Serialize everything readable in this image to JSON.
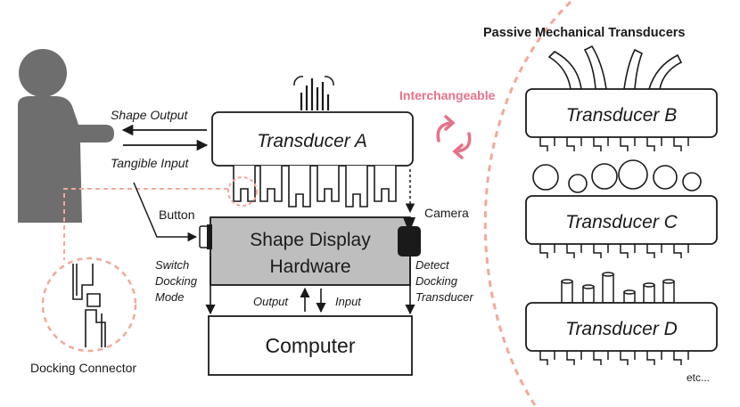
{
  "title": "Passive Mechanical Transducers",
  "labels": {
    "shape_output": "Shape Output",
    "tangible_input": "Tangible Input",
    "transducer_a": "Transducer A",
    "button": "Button",
    "camera": "Camera",
    "shape_display_line1": "Shape Display",
    "shape_display_line2": "Hardware",
    "switch_line1": "Switch",
    "switch_line2": "Docking",
    "switch_line3": "Mode",
    "detect_line1": "Detect",
    "detect_line2": "Docking",
    "detect_line3": "Transducer",
    "output": "Output",
    "input": "Input",
    "computer": "Computer",
    "docking_connector": "Docking Connector",
    "interchangeable": "Interchangeable",
    "transducer_b": "Transducer B",
    "transducer_c": "Transducer C",
    "transducer_d": "Transducer D",
    "etc": "etc..."
  },
  "colors": {
    "accent_pink": "#E8718A",
    "dashed_salmon": "#F2A99A",
    "hardware_gray": "#BEBEBE",
    "person_gray": "#6E6E6E",
    "line": "#1a1a1a"
  }
}
